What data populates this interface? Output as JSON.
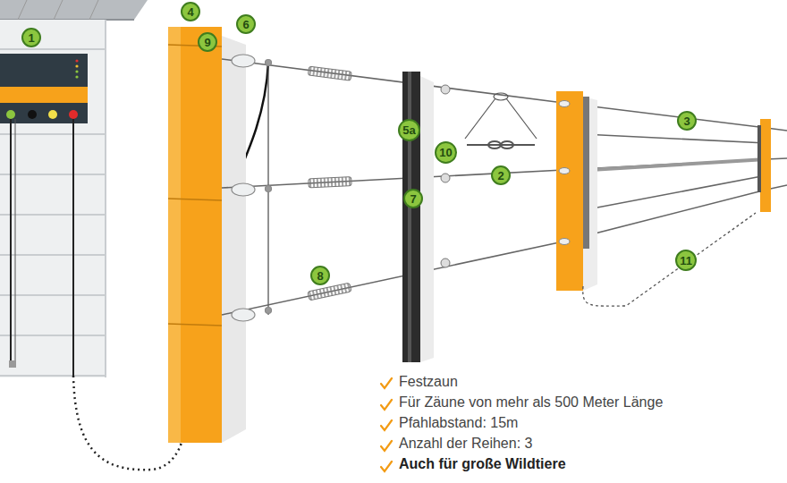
{
  "diagram": {
    "nodes": [
      {
        "text": [
          "1"
        ]
      },
      {
        "text": [
          "4"
        ]
      },
      {
        "text": [
          "6"
        ]
      },
      {
        "text": [
          "9"
        ]
      },
      {
        "text": [
          "5a"
        ]
      },
      {
        "text": [
          "10"
        ]
      },
      {
        "text": [
          "7"
        ]
      },
      {
        "text": [
          "2"
        ]
      },
      {
        "text": [
          "3"
        ]
      },
      {
        "text": [
          "8"
        ]
      },
      {
        "text": [
          "11"
        ]
      }
    ],
    "labels": [
      "Festzaun",
      "Für Zäune von mehr als 500 Meter Länge",
      "Pfahlabstand: 15m",
      "Anzahl der Reihen: 3",
      "Auch für große Wildtiere"
    ]
  }
}
